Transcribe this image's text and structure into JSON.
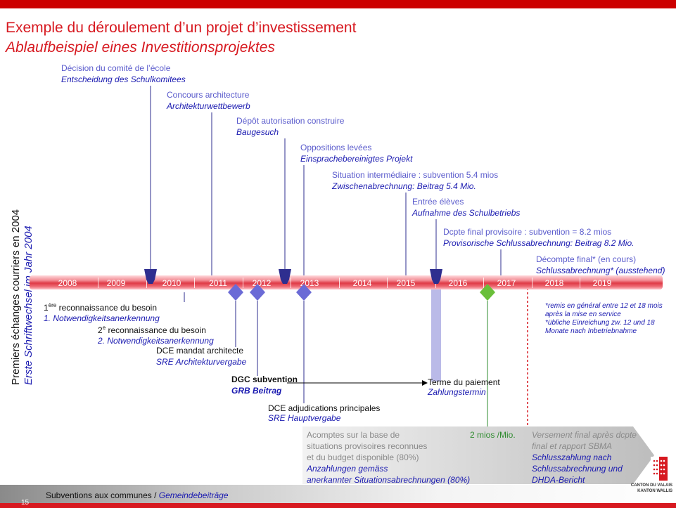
{
  "title": {
    "fr": "Exemple du déroulement d’un projet d’investissement",
    "de": "Ablaufbeispiel eines Investitionsprojektes"
  },
  "side": {
    "fr": "Premiers échanges courriers en 2004",
    "de": "Erste Schriftwechsel im Jahr 2004"
  },
  "years": [
    "2008",
    "2009",
    "2010",
    "2011",
    "2012",
    "2013",
    "2014",
    "2015",
    "2016",
    "2017",
    "2018",
    "2019"
  ],
  "above": [
    {
      "fr": "Décision du comité de l’école",
      "de": "Entscheidung des Schulkomitees"
    },
    {
      "fr": "Concours architecture",
      "de": "Architekturwettbewerb"
    },
    {
      "fr": "Dépôt autorisation construire",
      "de": "Baugesuch"
    },
    {
      "fr": "Oppositions levées",
      "de": "Einsprachebereinigtes Projekt"
    },
    {
      "fr": "Situation intermédiaire : subvention 5.4 mios",
      "de": "Zwischenabrechnung: Beitrag 5.4 Mio."
    },
    {
      "fr": "Entrée élèves",
      "de": "Aufnahme des Schulbetriebs"
    },
    {
      "fr": "Dcpte final provisoire : subvention = 8.2 mios",
      "de": "Provisorische Schlussabrechnung: Beitrag 8.2 Mio."
    },
    {
      "fr": "Décompte final* (en cours)",
      "de": "Schlussabrechnung* (ausstehend)"
    }
  ],
  "below": [
    {
      "num": "1",
      "sup": "ère",
      "fr": " reconnaissance du besoin",
      "de": "1. Notwendigkeitsanerkennung"
    },
    {
      "num": "2",
      "sup": "e",
      "fr": " reconnaissance du besoin",
      "de": "2. Notwendigkeitsanerkennung"
    },
    {
      "fr": "DCE mandat architecte",
      "de": "SRE Architekturvergabe"
    },
    {
      "fr": "DGC subvention",
      "de": "GRB Beitrag"
    },
    {
      "fr": "DCE adjudications principales",
      "de": "SRE Hauptvergabe"
    }
  ],
  "payment": {
    "fr": "Terme du paiement",
    "de": "Zahlungstermin"
  },
  "note": {
    "fr1": "*remis en général entre 12 et 18 mois",
    "fr2": "après la mise en service",
    "de1": "*übliche Einreichung zw. 12 und 18",
    "de2": "Monate nach Inbetriebnahme"
  },
  "acomptes": {
    "fr1": "Acomptes sur la base de",
    "fr2": "situations provisoires reconnues",
    "fr3": "et du budget disponible (80%)",
    "de1": "Anzahlungen gemäss",
    "de2": "anerkannter Situationsabrechnungen (80%)"
  },
  "mios": "2 mios /Mio.",
  "versement": {
    "fr1": "Versement final  après dcpte",
    "fr2": "final et rapport SBMA",
    "de1": "Schlusszahlung nach",
    "de2": "Schlussabrechnung und",
    "de3": "DHDA-Bericht"
  },
  "footer": {
    "fr": "Subventions aux communes / ",
    "de": "Gemeindebeiträge",
    "page": "15"
  },
  "logo": {
    "line1": "CANTON DU VALAIS",
    "line2": "KANTON WALLIS"
  },
  "colors": {
    "red": "#d71920",
    "purple": "#5a5bcc",
    "blue": "#1a1ab0",
    "green": "#2e8b2e",
    "marker": "#2e2e8f"
  }
}
